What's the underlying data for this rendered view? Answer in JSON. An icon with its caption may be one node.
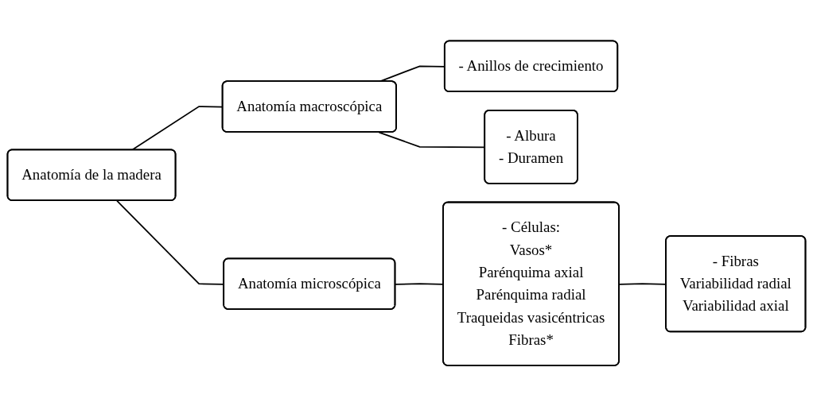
{
  "diagram": {
    "nodes": [
      {
        "text": [
          "Anatomía de la madera"
        ]
      },
      {
        "text": [
          "Anatomía macroscópica"
        ]
      },
      {
        "text": [
          "Anatomía microscópica"
        ]
      },
      {
        "text": [
          "- Anillos de crecimiento"
        ]
      },
      {
        "text": [
          "- Albura",
          "- Duramen"
        ]
      },
      {
        "text": [
          "- Células:",
          "Vasos*",
          "Parénquima axial",
          "Parénquima radial",
          "Traqueidas vasicéntricas",
          "Fibras*"
        ]
      },
      {
        "text": [
          "- Fibras",
          "Variabilidad radial",
          "Variabilidad axial"
        ]
      }
    ],
    "edges": [
      {
        "from": 0,
        "to": 1,
        "arrow": "none"
      },
      {
        "from": 0,
        "to": 2,
        "arrow": "none"
      },
      {
        "from": 1,
        "to": 3,
        "arrow": "none"
      },
      {
        "from": 1,
        "to": 4,
        "arrow": "none"
      },
      {
        "from": 2,
        "to": 5,
        "arrow": "none"
      },
      {
        "from": 5,
        "to": 6,
        "arrow": "none"
      }
    ]
  }
}
